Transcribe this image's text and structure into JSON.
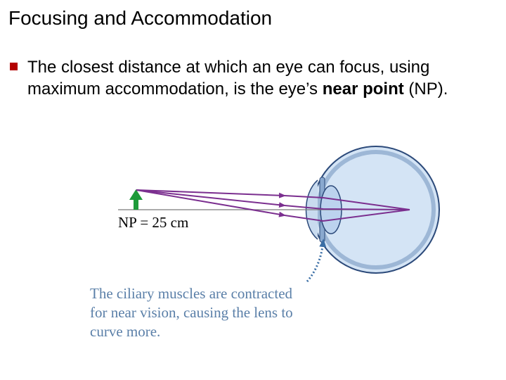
{
  "slide": {
    "title": "Focusing and Accommodation",
    "bullet": {
      "part1": "The closest distance at which an eye can focus, using maximum accommodation, is the eye’s ",
      "bold": "near point",
      "part2": " (NP)."
    }
  },
  "diagram": {
    "np_label": "NP = 25 cm",
    "caption_lines": [
      "The ciliary muscles are contracted",
      "for near vision, causing the lens to",
      "curve more."
    ],
    "colors": {
      "bullet": "#b30000",
      "rays": "#7b2f8f",
      "eye_fill": "#d4e4f5",
      "eye_outline": "#2c4a7a",
      "object_arrow": "#1e9a3a",
      "caption": "#5a7fa8",
      "dotted_arrow": "#3a6ea5"
    }
  }
}
